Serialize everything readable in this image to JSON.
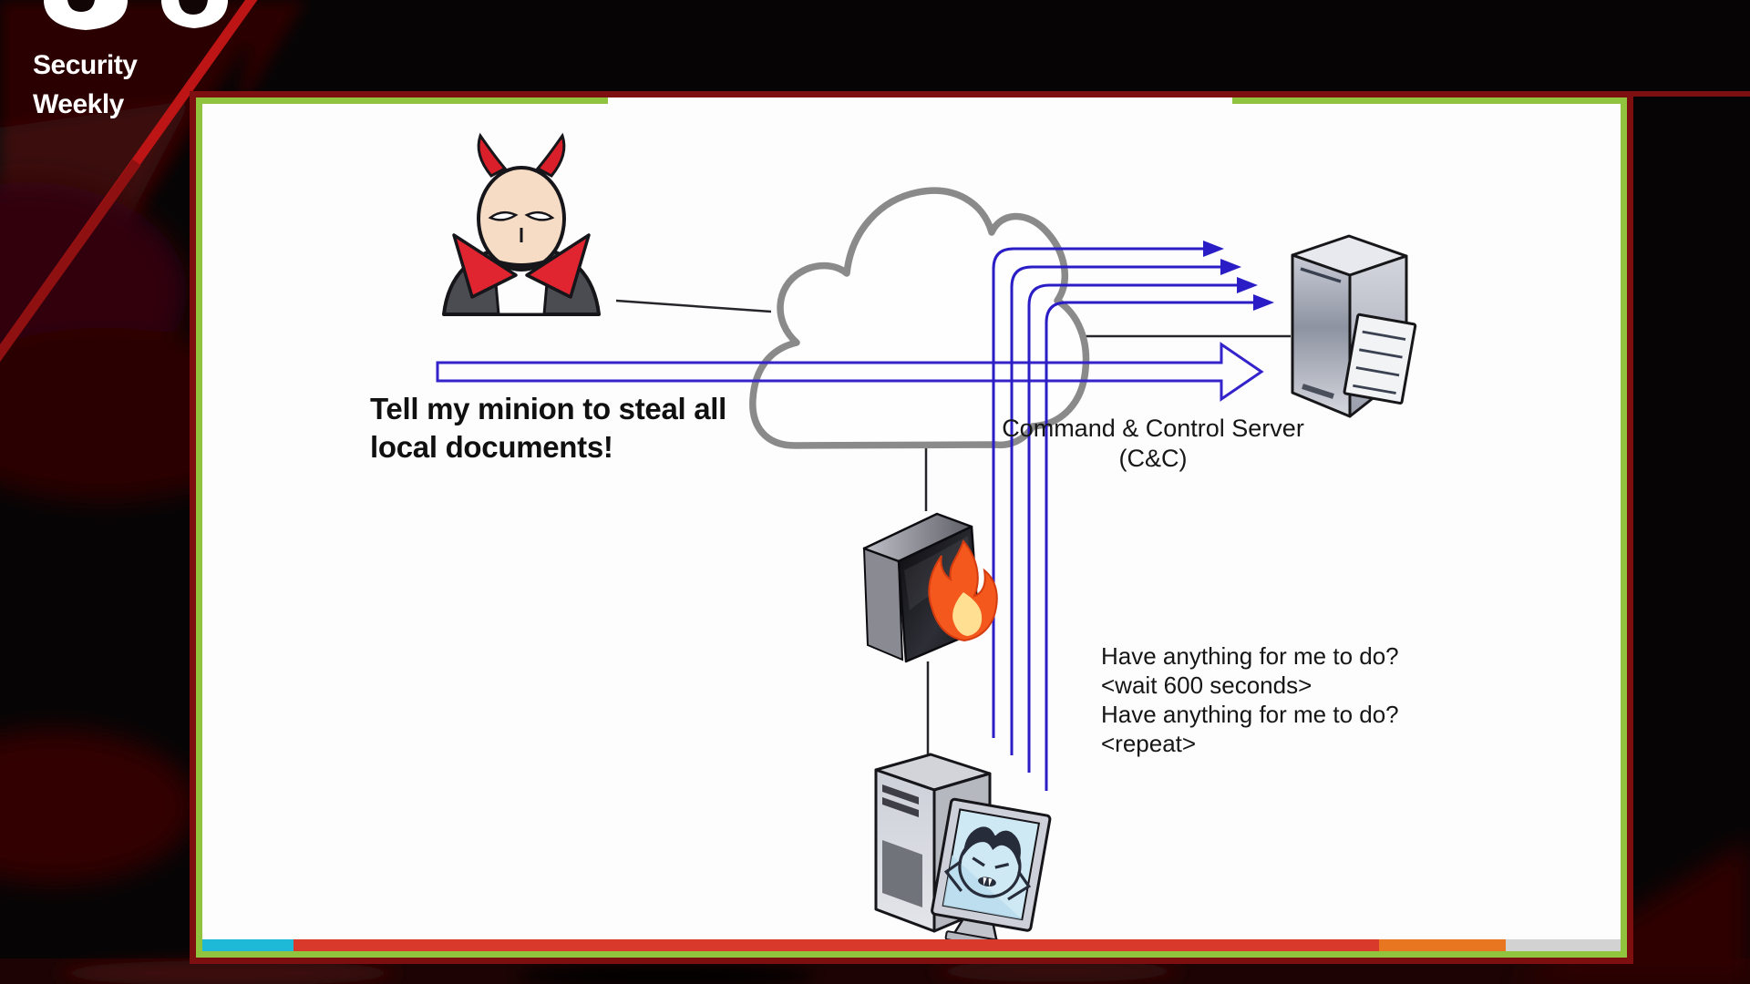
{
  "branding": {
    "logo_line1": "Security",
    "logo_line2": "Weekly"
  },
  "slide": {
    "attacker_message": {
      "line1": "Tell my minion to steal all",
      "line2": "local documents!"
    },
    "server_label": {
      "line1": "Command & Control Server",
      "line2": "(C&C)"
    },
    "beacon": {
      "line1": "Have anything for me to do?",
      "line2": "<wait 600 seconds>",
      "line3": "Have anything for me to do?",
      "line4": "<repeat>"
    }
  },
  "icons": {
    "attacker": "devil-attacker-icon",
    "cloud": "internet-cloud-icon",
    "server": "cc-server-icon",
    "firewall": "firewall-icon",
    "victim_computer": "infected-computer-icon",
    "malware": "vampire-malware-icon"
  },
  "colors": {
    "arrow_blue": "#2a1dc6",
    "big_arrow_blue": "#3423cb",
    "cloud_gray": "#8a8a8a",
    "connector_black": "#26262a",
    "border_green": "#90c43e",
    "border_maroon": "#7e0f10",
    "strip_cyan": "#1fb9d8",
    "strip_red": "#d8392b",
    "strip_orange": "#e8751f",
    "strip_gray": "#d2d2d2",
    "bg_stripe_red": "#bd1515",
    "flame_orange": "#f4581c",
    "flame_yellow": "#ffdf92"
  }
}
